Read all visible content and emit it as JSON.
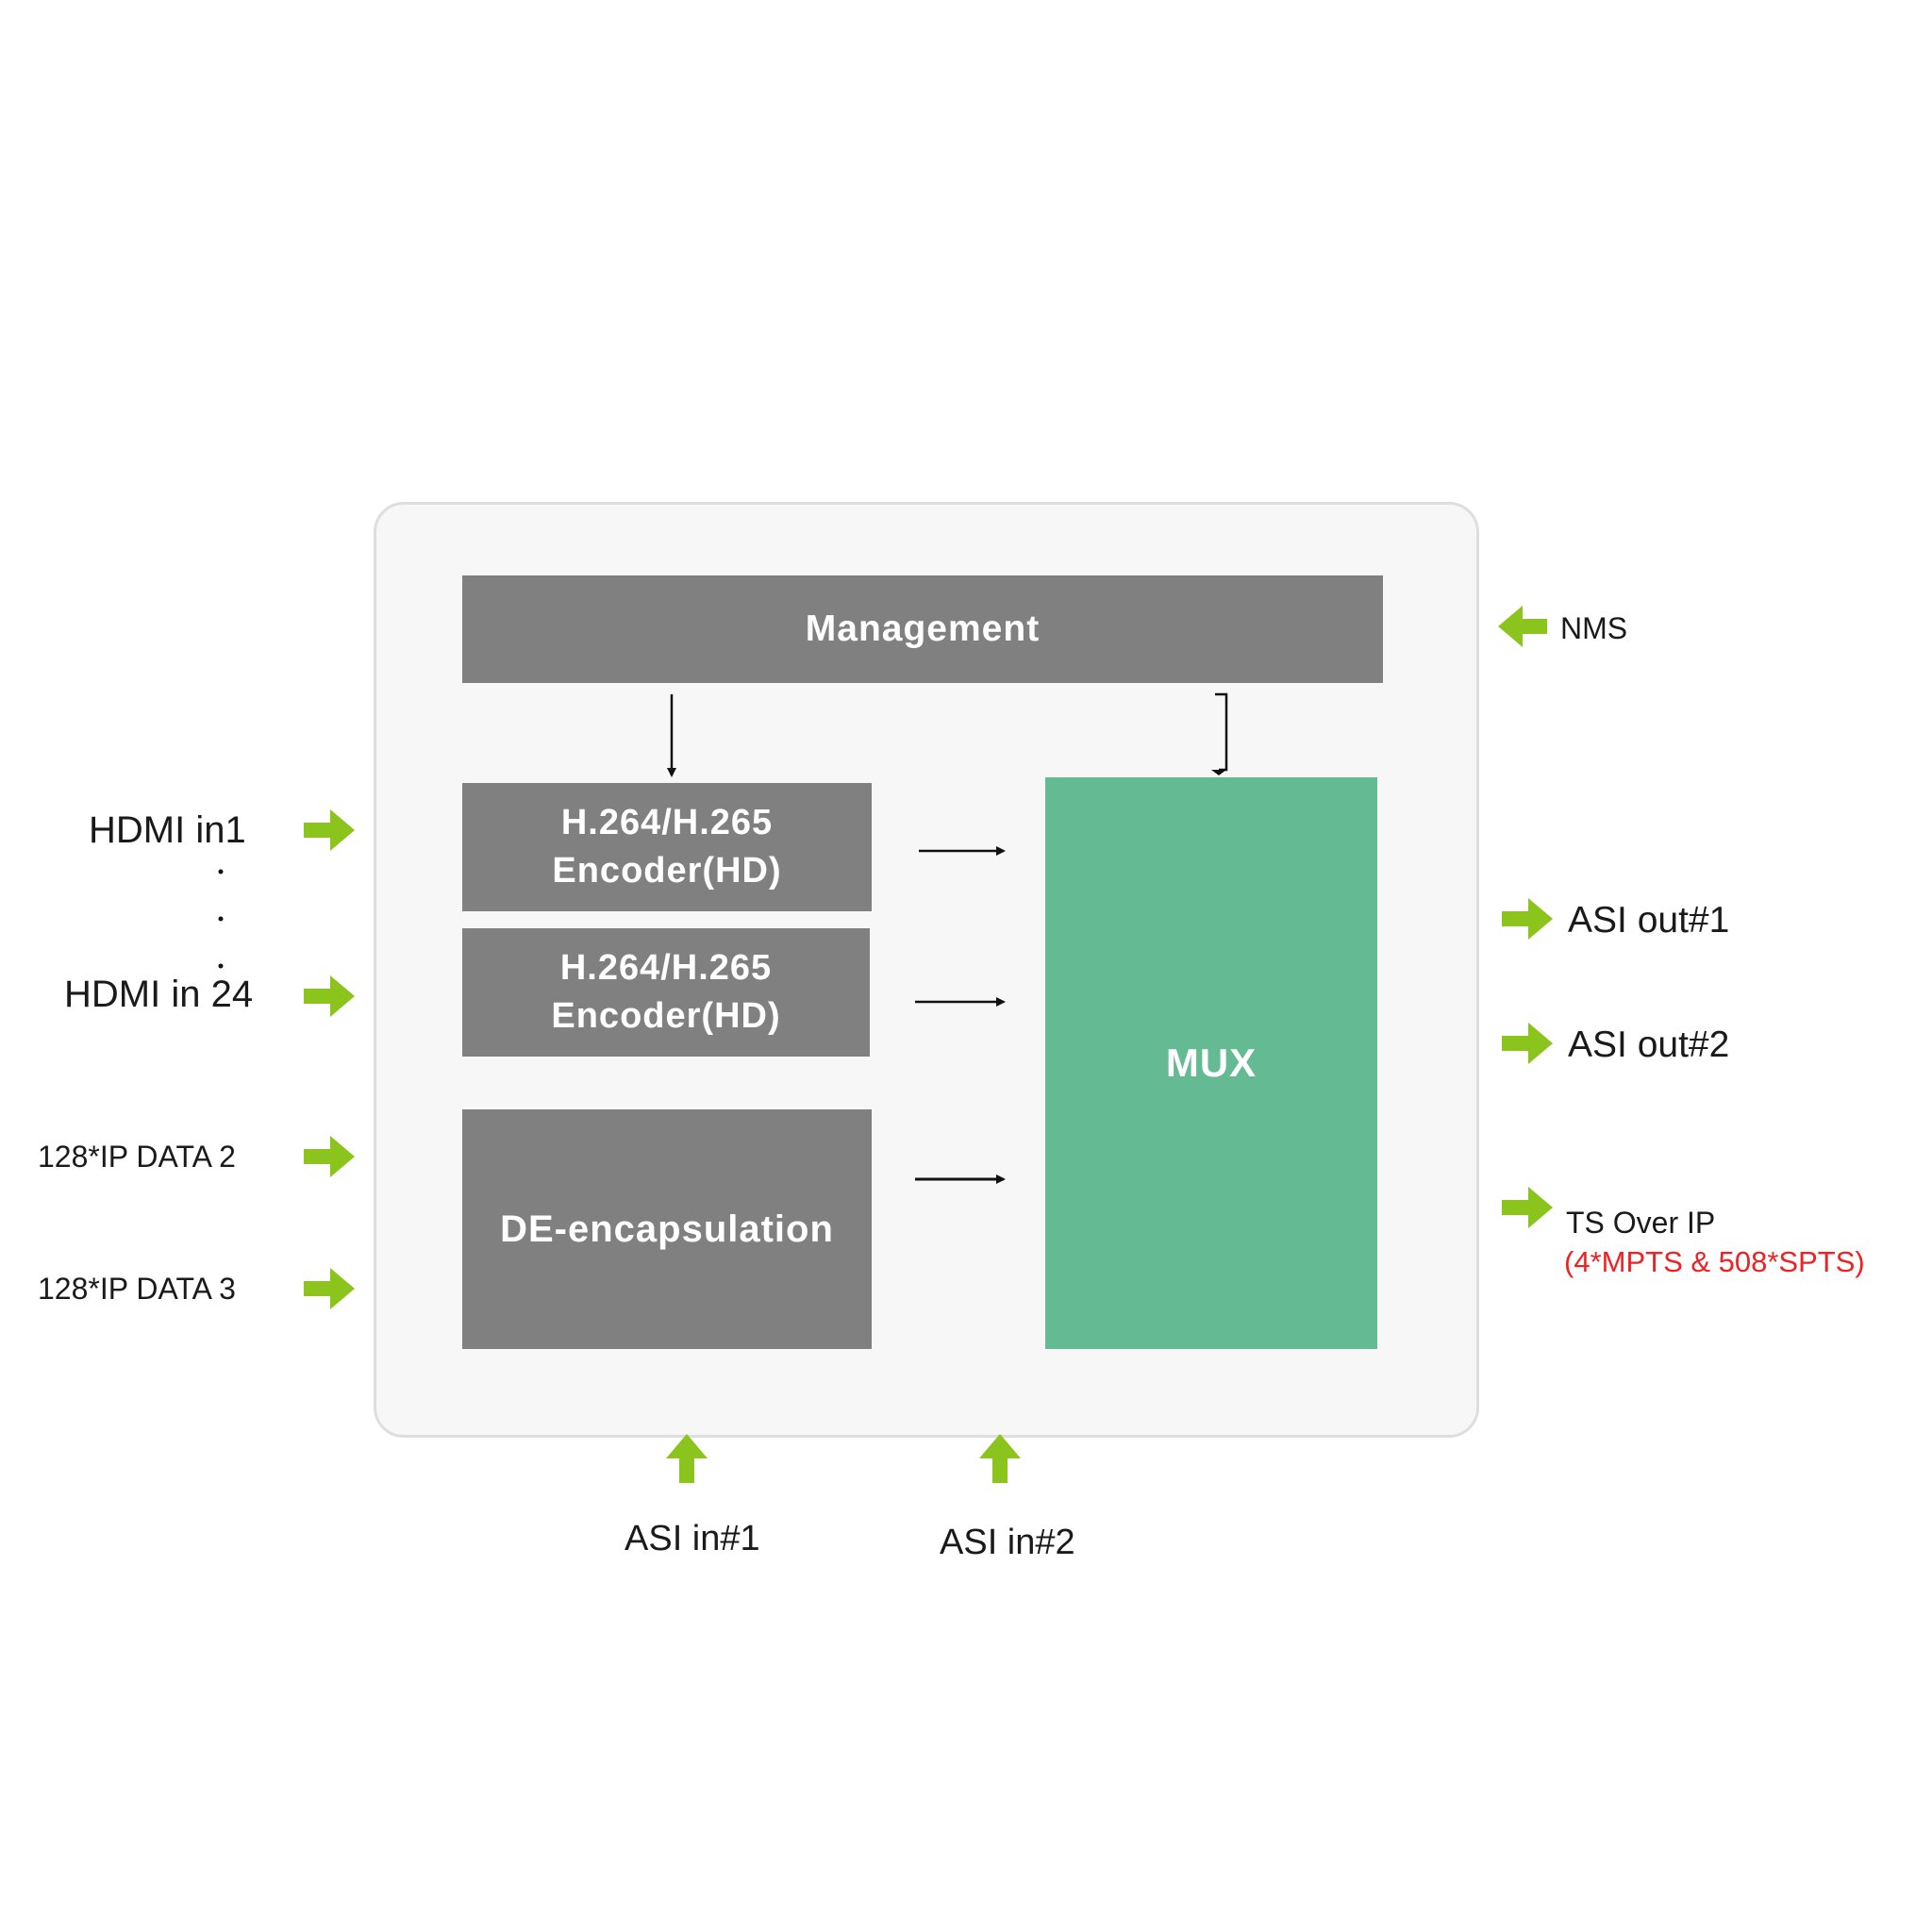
{
  "colors": {
    "frame_bg": "#f7f7f7",
    "block_gray": "#808080",
    "mux_green": "#64bb93",
    "arrow_green": "#8cc41e",
    "highlight_red": "#ee2222"
  },
  "blocks": {
    "management": "Management",
    "encoder1": [
      "H.264/H.265",
      "Encoder(HD)"
    ],
    "encoder2": [
      "H.264/H.265",
      "Encoder(HD)"
    ],
    "deencap": "DE-encapsulation",
    "mux": "MUX"
  },
  "inputs_left": {
    "hdmi1": "HDMI  in1",
    "hdmi24": "HDMI  in 24",
    "ip2": "128*IP  DATA 2",
    "ip3": "128*IP  DATA 3"
  },
  "inputs_bottom": {
    "asi1": "ASI in#1",
    "asi2": "ASI in#2"
  },
  "nms": "NMS",
  "outputs_right": {
    "asi_out1": "ASI out#1",
    "asi_out2": "ASI out#2",
    "ts_over_ip": "TS Over IP",
    "ts_detail": "(4*MPTS & 508*SPTS)"
  },
  "icons": {
    "input_arrow": "green-arrow-right-icon",
    "nms_arrow": "green-arrow-left-icon",
    "bottom_arrow": "green-arrow-up-icon",
    "signal_arrow": "black-arrow-icon"
  }
}
